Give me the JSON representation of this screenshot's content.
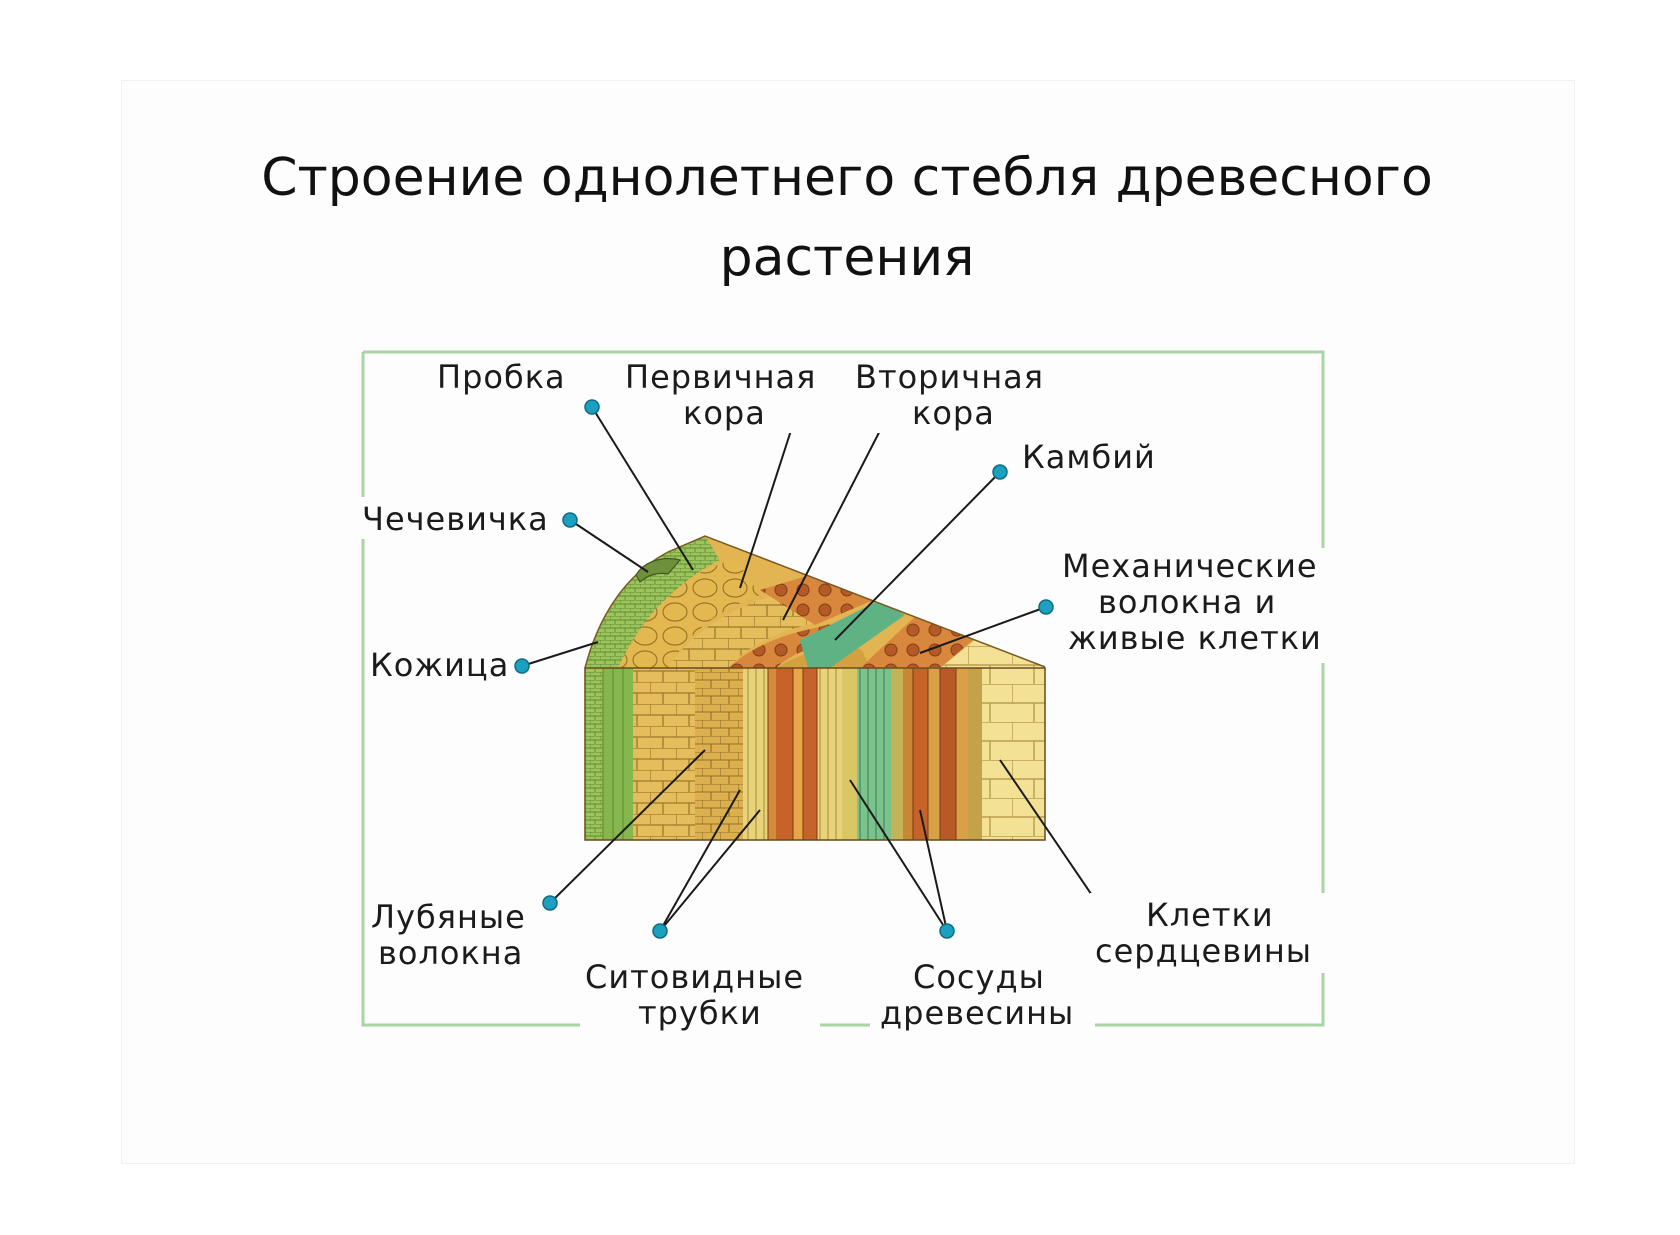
{
  "title": {
    "line1": "Строение однолетнего стебля древесного",
    "line2": "растения"
  },
  "labels": {
    "probka": "Пробка",
    "pervichnaya_1": "Первичная",
    "pervichnaya_2": "кора",
    "vtorichnaya_1": "Вторичная",
    "vtorichnaya_2": "кора",
    "kambiy": "Камбий",
    "chechevichka": "Чечевичка",
    "kozhitsa": "Кожица",
    "mekh_1": "Механические",
    "mekh_2": "волокна и",
    "mekh_3": "живые клетки",
    "lub_1": "Лубяные",
    "lub_2": "волокна",
    "sito_1": "Ситовидные",
    "sito_2": "трубки",
    "sosudy_1": "Сосуды",
    "sosudy_2": "древесины",
    "kletki_1": "Клетки",
    "kletki_2": "сердцевины"
  },
  "colors": {
    "frame": "#a9d4a4",
    "pointer": "#1a1a1a",
    "dot": "#1ba0c0",
    "bark_green": "#8fbf5a",
    "cortex": "#e2b44e",
    "phloem": "#d5a140",
    "cambium": "#59ad80",
    "vessel": "#c8642c",
    "pith": "#f0dc8c"
  }
}
